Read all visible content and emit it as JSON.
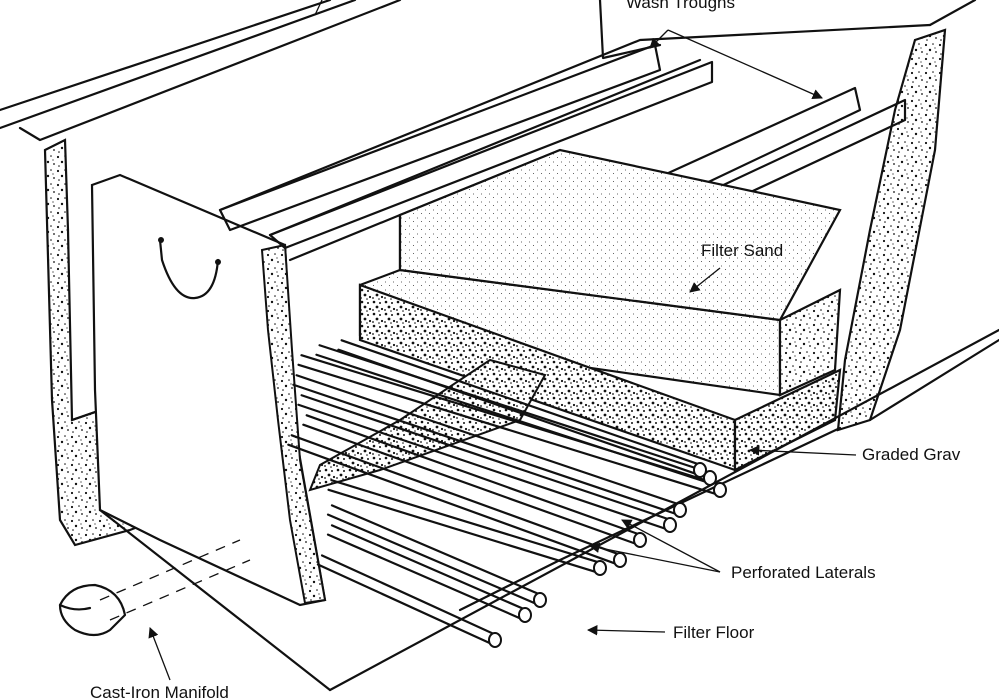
{
  "labels": {
    "wash_troughs": "Wash Troughs",
    "filter_sand": "Filter Sand",
    "graded_gravel": "Graded Grav",
    "perforated_laterals": "Perforated Laterals",
    "filter_floor": "Filter Floor",
    "manifold": "Cast-Iron Manifold"
  }
}
